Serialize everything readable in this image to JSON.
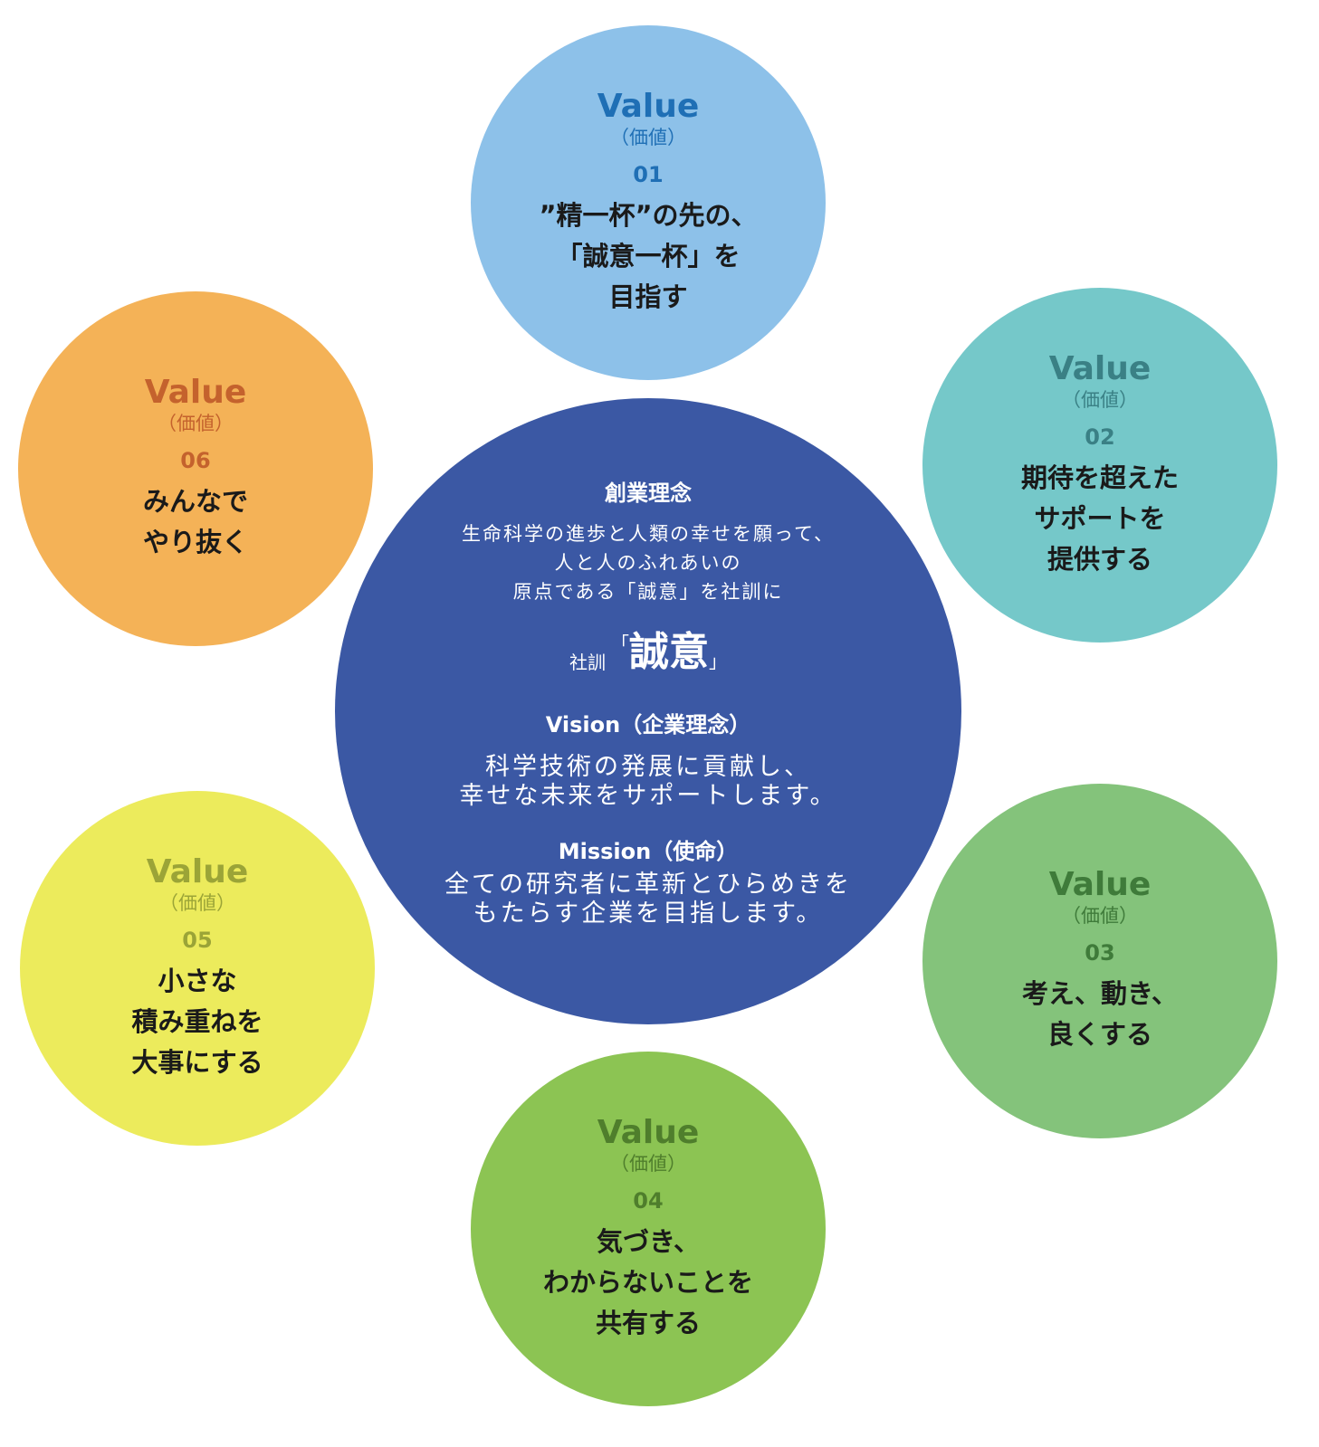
{
  "colors": {
    "center_bg": "#3b58a4",
    "v1_bg": "#8dc1e9",
    "v1_accent": "#1f6fb5",
    "v2_bg": "#75c8c9",
    "v2_accent": "#3a8085",
    "v3_bg": "#84c37b",
    "v3_accent": "#3f7b3a",
    "v4_bg": "#8cc453",
    "v4_accent": "#4f7e2c",
    "v5_bg": "#eceb5c",
    "v5_accent": "#9ba437",
    "v6_bg": "#f4b257",
    "v6_accent": "#c4622d"
  },
  "center": {
    "founding_heading": "創業理念",
    "founding_lines": [
      "生命科学の進歩と人類の幸せを願って、",
      "人と人のふれあいの",
      "原点である「誠意」を社訓に"
    ],
    "motto_label": "社訓",
    "motto_open": "「",
    "motto_word": "誠意",
    "motto_close": "」",
    "vision_heading": "Vision（企業理念）",
    "vision_lines": [
      "科学技術の発展に貢献し、",
      "幸せな未来をサポートします。"
    ],
    "mission_heading": "Mission（使命）",
    "mission_lines": [
      "全ての研究者に革新とひらめきを",
      "もたらす企業を目指します。"
    ]
  },
  "values": [
    {
      "title": "Value",
      "sub": "（価値）",
      "num": "01",
      "lines": [
        "”精一杯”の先の、",
        "「誠意一杯」を",
        "目指す"
      ]
    },
    {
      "title": "Value",
      "sub": "（価値）",
      "num": "02",
      "lines": [
        "期待を超えた",
        "サポートを",
        "提供する"
      ]
    },
    {
      "title": "Value",
      "sub": "（価値）",
      "num": "03",
      "lines": [
        "考え、動き、",
        "良くする"
      ]
    },
    {
      "title": "Value",
      "sub": "（価値）",
      "num": "04",
      "lines": [
        "気づき、",
        "わからないことを",
        "共有する"
      ]
    },
    {
      "title": "Value",
      "sub": "（価値）",
      "num": "05",
      "lines": [
        "小さな",
        "積み重ねを",
        "大事にする"
      ]
    },
    {
      "title": "Value",
      "sub": "（価値）",
      "num": "06",
      "lines": [
        "みんなで",
        "やり抜く"
      ]
    }
  ]
}
